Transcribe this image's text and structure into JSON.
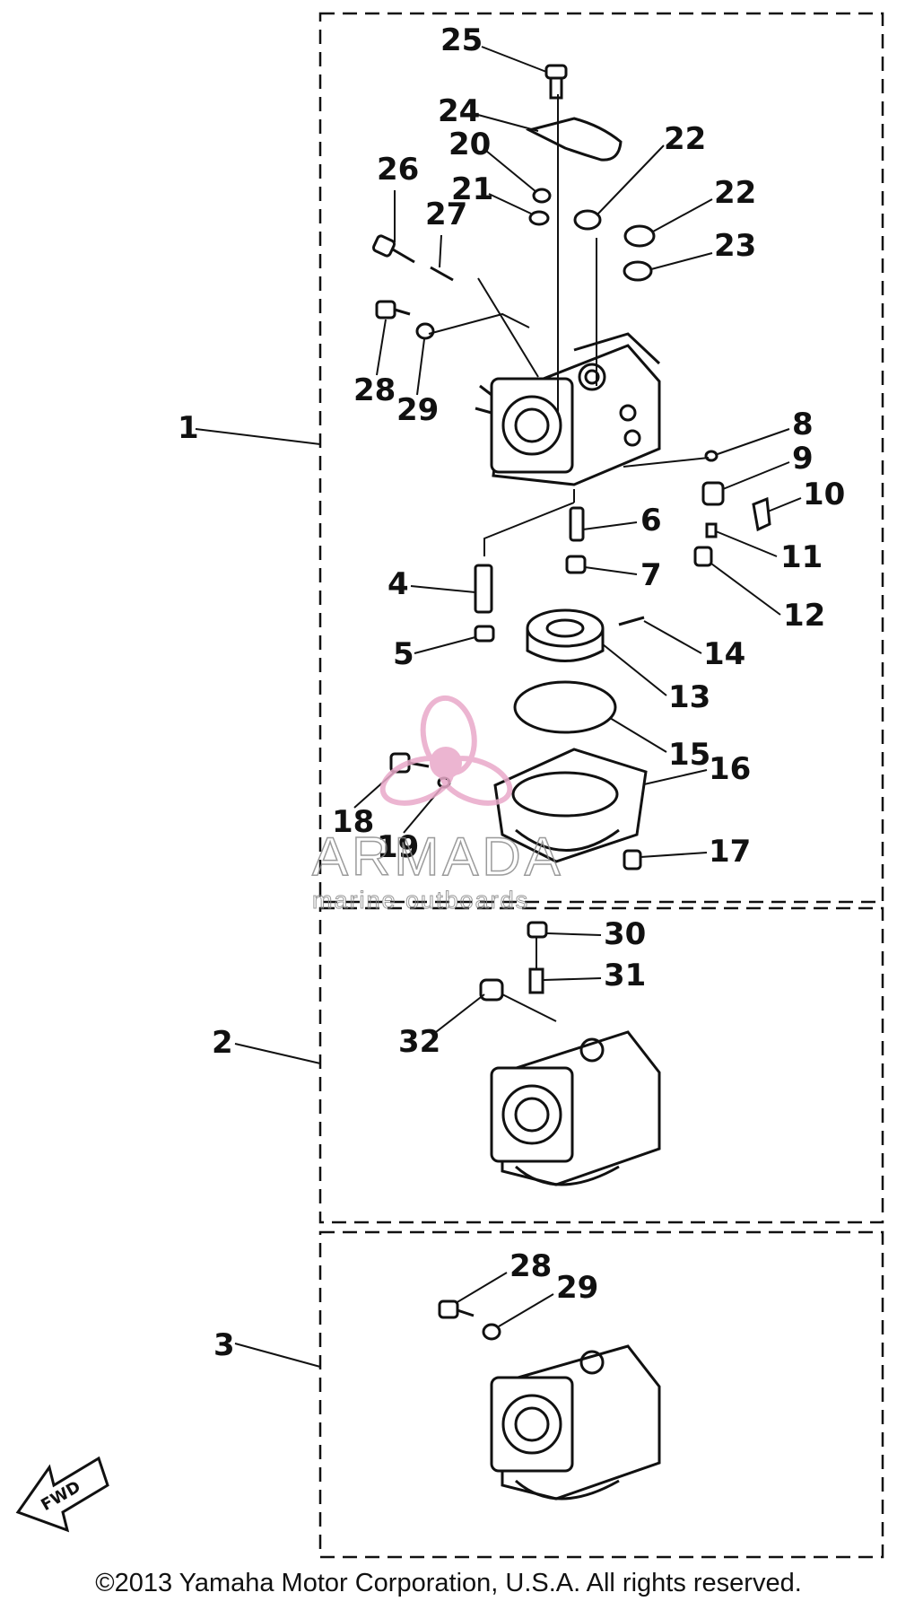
{
  "callouts": [
    "1",
    "2",
    "3",
    "4",
    "5",
    "6",
    "7",
    "8",
    "9",
    "10",
    "11",
    "12",
    "13",
    "14",
    "15",
    "16",
    "17",
    "18",
    "19",
    "20",
    "21",
    "22",
    "22",
    "23",
    "24",
    "25",
    "26",
    "27",
    "28",
    "29",
    "30",
    "31",
    "32",
    "28",
    "29"
  ],
  "fwd_label": "FWD",
  "watermark": {
    "brand": "ARMADA",
    "tagline": "marine outboards"
  },
  "copyright": "©2013 Yamaha Motor Corporation, U.S.A. All rights reserved.",
  "colors": {
    "line": "#111111",
    "watermark_pink": "#e9a9c9",
    "watermark_gray": "#8a8a8a"
  }
}
